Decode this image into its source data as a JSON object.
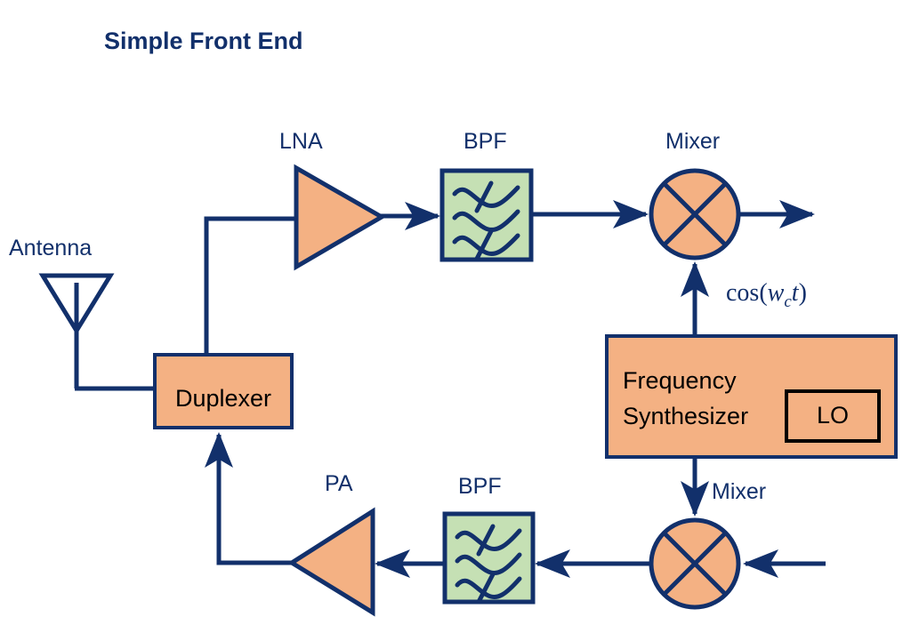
{
  "page": {
    "title": "Simple Front End",
    "background_color": "#FFFFFF"
  },
  "colors": {
    "navy": "#12306B",
    "peach": "#F4B183",
    "green": "#C5E0B4",
    "black": "#000000",
    "title_navy": "#12306B"
  },
  "labels": {
    "antenna": "Antenna",
    "lna": "LNA",
    "bpf_top": "BPF",
    "mixer_top": "Mixer",
    "carrier": "cos(",
    "carrier_w": "w",
    "carrier_c": "c",
    "carrier_t": "t",
    "carrier_close": ")",
    "pa": "PA",
    "bpf_bottom": "BPF",
    "mixer_bottom": "Mixer"
  },
  "blocks": {
    "duplexer": "Duplexer",
    "synth_line1": "Frequency",
    "synth_line2": "Synthesizer",
    "lo": "LO"
  },
  "icons": {
    "antenna": "antenna-icon",
    "amplifier_lna": "amplifier-triangle-icon",
    "amplifier_pa": "amplifier-triangle-icon",
    "filter_top": "bandpass-filter-icon",
    "filter_bottom": "bandpass-filter-icon",
    "mixer_top": "mixer-circle-x-icon",
    "mixer_bottom": "mixer-circle-x-icon"
  },
  "signal_flow": {
    "receive_chain": [
      "Antenna",
      "Duplexer",
      "LNA",
      "BPF",
      "Mixer",
      "output"
    ],
    "transmit_chain": [
      "input",
      "Mixer",
      "BPF",
      "PA",
      "Duplexer",
      "Antenna"
    ],
    "lo_source": "Frequency Synthesizer"
  }
}
